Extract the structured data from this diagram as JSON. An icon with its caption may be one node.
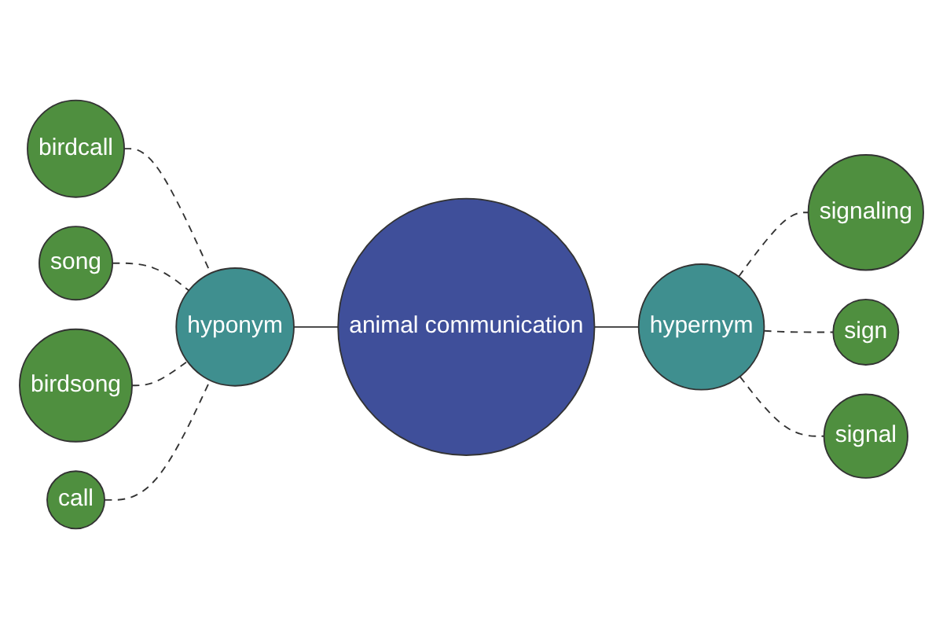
{
  "diagram": {
    "nodes": [
      {
        "text": [
          "animal communication"
        ]
      },
      {
        "text": [
          "hyponym"
        ]
      },
      {
        "text": [
          "hypernym"
        ]
      },
      {
        "text": [
          "birdcall"
        ]
      },
      {
        "text": [
          "song"
        ]
      },
      {
        "text": [
          "birdsong"
        ]
      },
      {
        "text": [
          "call"
        ]
      },
      {
        "text": [
          "signaling"
        ]
      },
      {
        "text": [
          "sign"
        ]
      },
      {
        "text": [
          "signal"
        ]
      }
    ],
    "edges": [
      {
        "from": 1,
        "to": 0,
        "arrow": "none"
      },
      {
        "from": 0,
        "to": 2,
        "arrow": "none"
      },
      {
        "from": 3,
        "to": 1,
        "arrow": "none",
        "style": "dashed"
      },
      {
        "from": 4,
        "to": 1,
        "arrow": "none",
        "style": "dashed"
      },
      {
        "from": 5,
        "to": 1,
        "arrow": "none",
        "style": "dashed"
      },
      {
        "from": 6,
        "to": 1,
        "arrow": "none",
        "style": "dashed"
      },
      {
        "from": 2,
        "to": 7,
        "arrow": "none",
        "style": "dashed"
      },
      {
        "from": 2,
        "to": 8,
        "arrow": "none",
        "style": "dashed"
      },
      {
        "from": 2,
        "to": 9,
        "arrow": "none",
        "style": "dashed"
      }
    ]
  }
}
